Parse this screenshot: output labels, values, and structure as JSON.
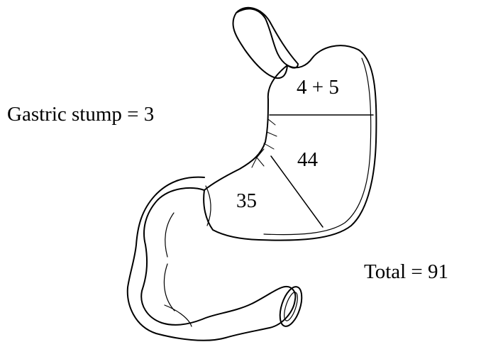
{
  "figure": {
    "labels": {
      "gastric_stump": "Gastric stump = 3",
      "upper_region": "4 +  5",
      "middle_region": "44",
      "lower_region": "35",
      "total": "Total  = 91"
    }
  }
}
